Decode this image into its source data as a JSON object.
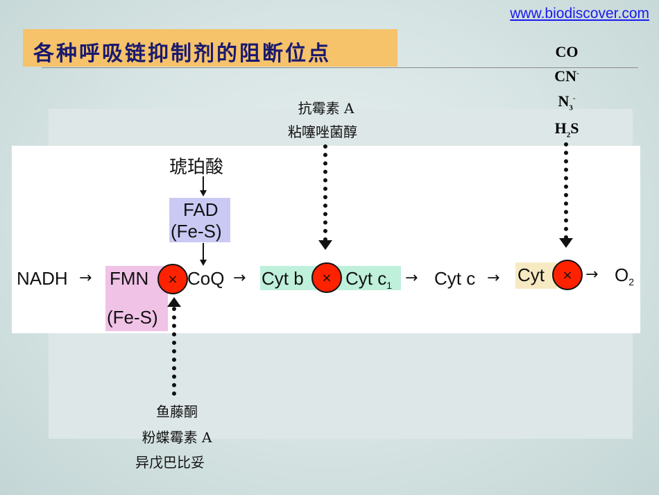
{
  "header": {
    "site_link": "www.biodiscover.com",
    "title": "各种呼吸链抑制剂的阻断位点"
  },
  "inhibitors_site3": {
    "co": "CO",
    "cn": "CN",
    "cn_sup": "-",
    "n3": "N",
    "n3_sub": "3",
    "n3_sup": "-",
    "h2s_h": "H",
    "h2s_sub": "2",
    "h2s_s": "S"
  },
  "inhibitors_site2": [
    "抗霉素 A",
    "粘噻唑菌醇"
  ],
  "inhibitors_site1": [
    "鱼藤酮",
    "粉蝶霉素 A",
    "异戊巴比妥"
  ],
  "chain": {
    "succinate": "琥珀酸",
    "fad": "FAD",
    "fad_fes": "(Fe-S)",
    "nadh": "NADH",
    "fmn": "FMN",
    "fmn_fes": "(Fe-S)",
    "coq": "CoQ",
    "cyt_b": "Cyt b",
    "cyt_c1": "Cyt c",
    "cyt_c1_sub": "1",
    "cyt_c": "Cyt c",
    "cyt_aa3": "Cyt",
    "o2": "O",
    "o2_sub": "2"
  },
  "block_symbol": "×",
  "arrow_symbol": "→",
  "colors": {
    "title_bg": "#f6c26a",
    "fmn_box": "#f0c2e6",
    "fad_box": "#c9c9f4",
    "cytb_box": "#bff0dc",
    "cyt_box": "#f7eac3",
    "block": "#ff2200"
  }
}
